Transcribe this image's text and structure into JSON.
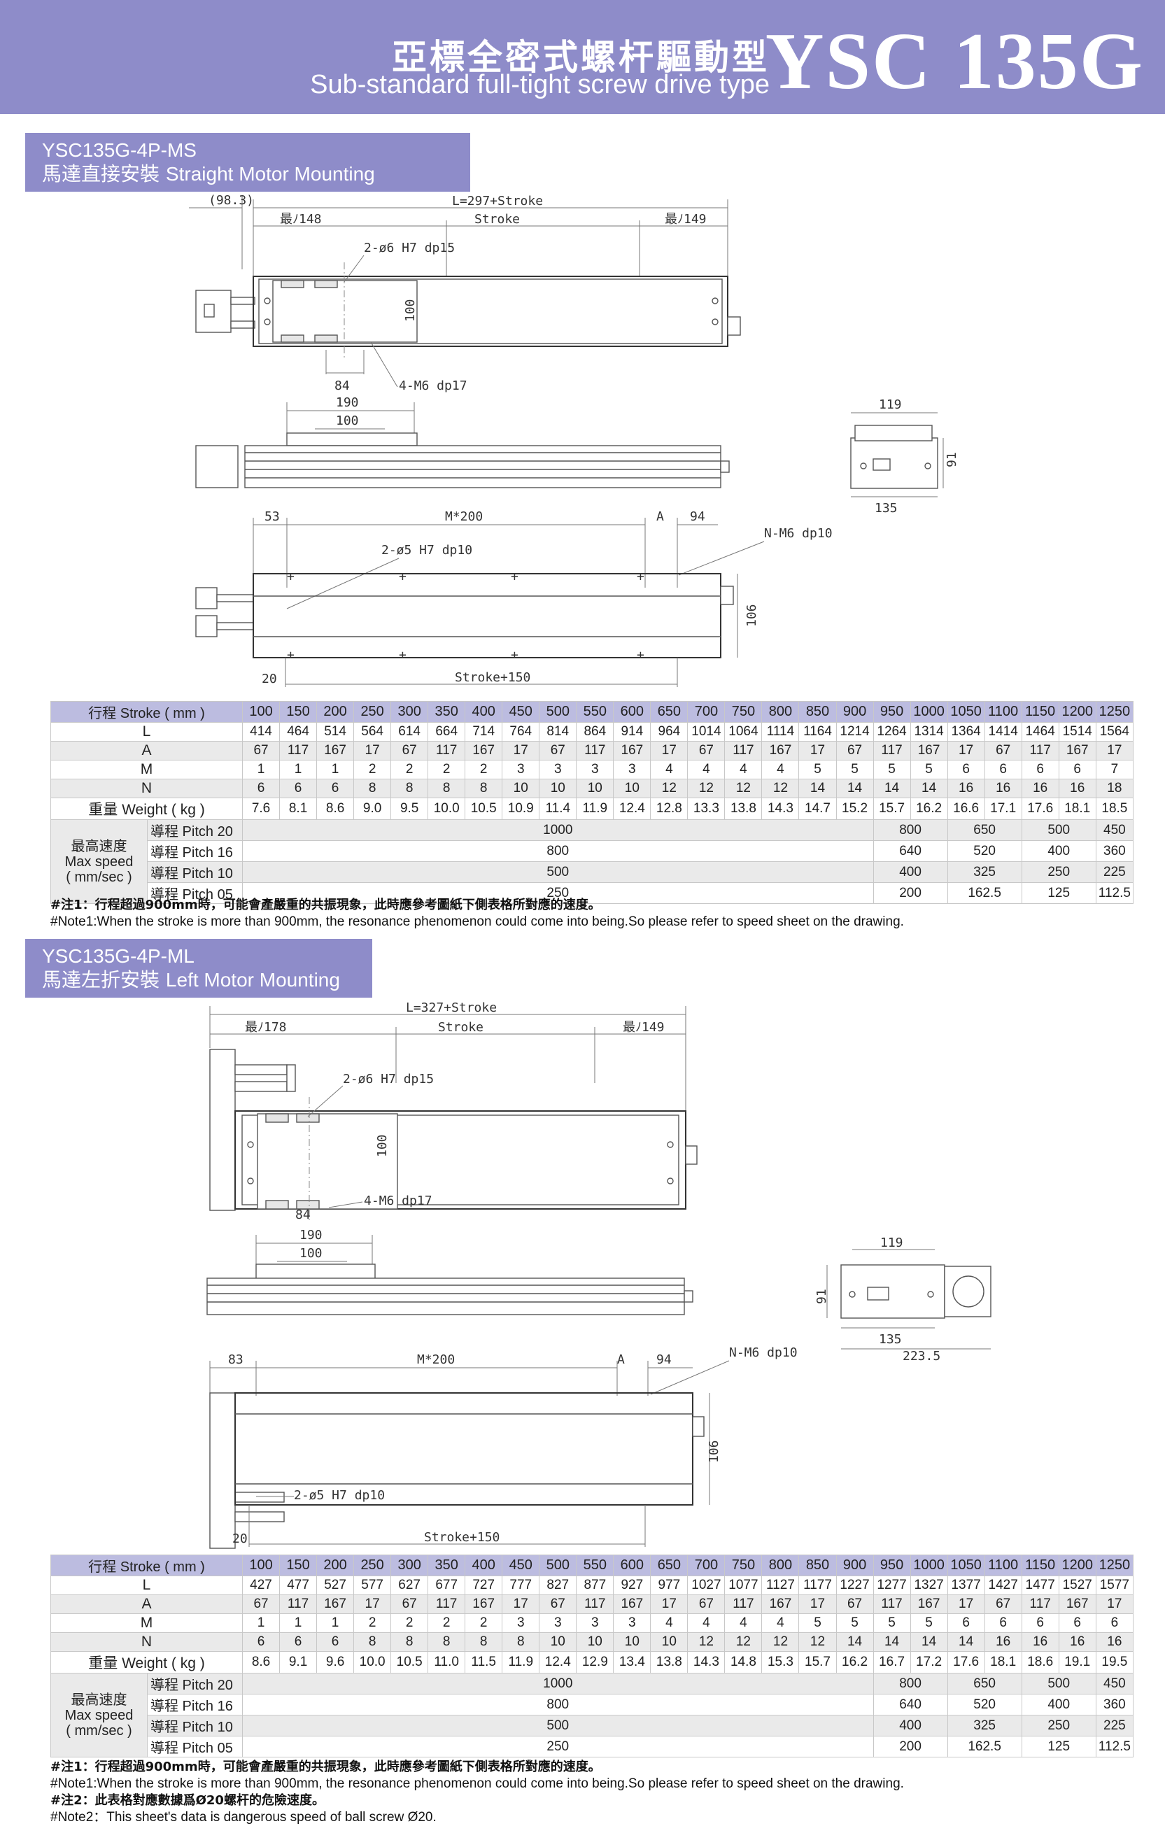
{
  "header": {
    "title_zh": "亞標全密式螺杆驅動型",
    "title_en": "Sub-standard full-tight screw drive type",
    "model": "YSC 135G"
  },
  "section1": {
    "code": "YSC135G-4P-MS",
    "name_zh": "馬達直接安裝",
    "name_en": "Straight Motor Mounting",
    "dims": {
      "d98": "(98.3)",
      "L": "L=297+Stroke",
      "left": "最ﾉ148",
      "stroke": "Stroke",
      "right": "最ﾉ149",
      "holes1": "2-ø6 H7 dp15",
      "h100": "100",
      "d84": "84",
      "holes2": "4-M6 dp17",
      "d190": "190",
      "d100b": "100",
      "d119": "119",
      "d91": "91",
      "d135": "135",
      "d53": "53",
      "m200": "M*200",
      "dA": "A",
      "d94": "94",
      "nm6": "N-M6 dp10",
      "holes3": "2-ø5 H7 dp10",
      "d106": "106",
      "d20": "20",
      "s150": "Stroke+150"
    }
  },
  "section2": {
    "code": "YSC135G-4P-ML",
    "name_zh": "馬達左折安裝",
    "name_en": "Left Motor Mounting",
    "dims": {
      "L": "L=327+Stroke",
      "left": "最ﾉ178",
      "stroke": "Stroke",
      "right": "最ﾉ149",
      "holes1": "2-ø6 H7 dp15",
      "h100": "100",
      "d84": "84",
      "holes2": "4-M6 dp17",
      "d190": "190",
      "d100b": "100",
      "d119": "119",
      "d91": "91",
      "d135": "135",
      "d2235": "223.5",
      "d83": "83",
      "m200": "M*200",
      "dA": "A",
      "d94": "94",
      "nm6": "N-M6 dp10",
      "holes3": "2-ø5 H7 dp10",
      "d106": "106",
      "d20": "20",
      "s150": "Stroke+150"
    }
  },
  "table_labels": {
    "stroke": "行程 Stroke ( mm )",
    "L": "L",
    "A": "A",
    "M": "M",
    "N": "N",
    "weight": "重量 Weight ( kg )",
    "speed_zh": "最高速度",
    "speed_en": "Max speed",
    "speed_unit": "( mm/sec )",
    "p20": "導程 Pitch 20",
    "p16": "導程 Pitch 16",
    "p10": "導程 Pitch 10",
    "p05": "導程 Pitch 05"
  },
  "table1": {
    "stroke": [
      "100",
      "150",
      "200",
      "250",
      "300",
      "350",
      "400",
      "450",
      "500",
      "550",
      "600",
      "650",
      "700",
      "750",
      "800",
      "850",
      "900",
      "950",
      "1000",
      "1050",
      "1100",
      "1150",
      "1200",
      "1250"
    ],
    "L": [
      "414",
      "464",
      "514",
      "564",
      "614",
      "664",
      "714",
      "764",
      "814",
      "864",
      "914",
      "964",
      "1014",
      "1064",
      "1114",
      "1164",
      "1214",
      "1264",
      "1314",
      "1364",
      "1414",
      "1464",
      "1514",
      "1564"
    ],
    "A": [
      "67",
      "117",
      "167",
      "17",
      "67",
      "117",
      "167",
      "17",
      "67",
      "117",
      "167",
      "17",
      "67",
      "117",
      "167",
      "17",
      "67",
      "117",
      "167",
      "17",
      "67",
      "117",
      "167",
      "17"
    ],
    "M": [
      "1",
      "1",
      "1",
      "2",
      "2",
      "2",
      "2",
      "3",
      "3",
      "3",
      "3",
      "4",
      "4",
      "4",
      "4",
      "5",
      "5",
      "5",
      "5",
      "6",
      "6",
      "6",
      "6",
      "7"
    ],
    "N": [
      "6",
      "6",
      "6",
      "8",
      "8",
      "8",
      "8",
      "10",
      "10",
      "10",
      "10",
      "12",
      "12",
      "12",
      "12",
      "14",
      "14",
      "14",
      "14",
      "16",
      "16",
      "16",
      "16",
      "18"
    ],
    "weight": [
      "7.6",
      "8.1",
      "8.6",
      "9.0",
      "9.5",
      "10.0",
      "10.5",
      "10.9",
      "11.4",
      "11.9",
      "12.4",
      "12.8",
      "13.3",
      "13.8",
      "14.3",
      "14.7",
      "15.2",
      "15.7",
      "16.2",
      "16.6",
      "17.1",
      "17.6",
      "18.1",
      "18.5"
    ],
    "speed": {
      "p20": [
        "1000",
        "800",
        "650",
        "500",
        "450"
      ],
      "p16": [
        "800",
        "640",
        "520",
        "400",
        "360"
      ],
      "p10": [
        "500",
        "400",
        "325",
        "250",
        "225"
      ],
      "p05": [
        "250",
        "200",
        "162.5",
        "125",
        "112.5"
      ]
    }
  },
  "table2": {
    "stroke": [
      "100",
      "150",
      "200",
      "250",
      "300",
      "350",
      "400",
      "450",
      "500",
      "550",
      "600",
      "650",
      "700",
      "750",
      "800",
      "850",
      "900",
      "950",
      "1000",
      "1050",
      "1100",
      "1150",
      "1200",
      "1250"
    ],
    "L": [
      "427",
      "477",
      "527",
      "577",
      "627",
      "677",
      "727",
      "777",
      "827",
      "877",
      "927",
      "977",
      "1027",
      "1077",
      "1127",
      "1177",
      "1227",
      "1277",
      "1327",
      "1377",
      "1427",
      "1477",
      "1527",
      "1577"
    ],
    "A": [
      "67",
      "117",
      "167",
      "17",
      "67",
      "117",
      "167",
      "17",
      "67",
      "117",
      "167",
      "17",
      "67",
      "117",
      "167",
      "17",
      "67",
      "117",
      "167",
      "17",
      "67",
      "117",
      "167",
      "17"
    ],
    "M": [
      "1",
      "1",
      "1",
      "2",
      "2",
      "2",
      "2",
      "3",
      "3",
      "3",
      "3",
      "4",
      "4",
      "4",
      "4",
      "5",
      "5",
      "5",
      "5",
      "6",
      "6",
      "6",
      "6",
      "6"
    ],
    "N": [
      "6",
      "6",
      "6",
      "8",
      "8",
      "8",
      "8",
      "8",
      "10",
      "10",
      "10",
      "10",
      "12",
      "12",
      "12",
      "12",
      "14",
      "14",
      "14",
      "14",
      "16",
      "16",
      "16",
      "16"
    ],
    "weight": [
      "8.6",
      "9.1",
      "9.6",
      "10.0",
      "10.5",
      "11.0",
      "11.5",
      "11.9",
      "12.4",
      "12.9",
      "13.4",
      "13.8",
      "14.3",
      "14.8",
      "15.3",
      "15.7",
      "16.2",
      "16.7",
      "17.2",
      "17.6",
      "18.1",
      "18.6",
      "19.1",
      "19.5"
    ],
    "speed": {
      "p20": [
        "1000",
        "800",
        "650",
        "500",
        "450"
      ],
      "p16": [
        "800",
        "640",
        "520",
        "400",
        "360"
      ],
      "p10": [
        "500",
        "400",
        "325",
        "250",
        "225"
      ],
      "p05": [
        "250",
        "200",
        "162.5",
        "125",
        "112.5"
      ]
    }
  },
  "notes1": {
    "zh": "#注1：行程超過900mm時，可能會產嚴重的共振現象，此時應參考圖紙下側表格所對應的速度。",
    "en": "#Note1:When the stroke is more than 900mm, the resonance phenomenon could come into being.So please refer to speed sheet on the drawing."
  },
  "notes2": {
    "zh1": "#注1：行程超過900mm時，可能會產嚴重的共振現象，此時應參考圖紙下側表格所對應的速度。",
    "en1": "#Note1:When the stroke is more than 900mm, the resonance phenomenon could come into being.So please refer to speed sheet on the drawing.",
    "zh2": "#注2：此表格對應數據爲Ø20螺杆的危險速度。",
    "en2": "#Note2：This sheet's data is dangerous speed of ball screw Ø20."
  }
}
